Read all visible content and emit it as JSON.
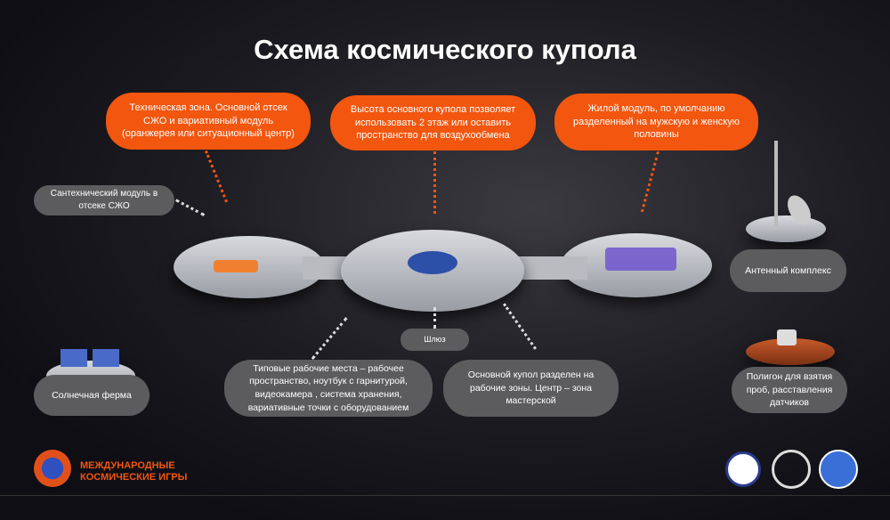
{
  "title": "Схема космического купола",
  "callouts": {
    "tech_zone": "Техническая зона. Основной отсек СЖО и вариативный модуль (оранжерея или ситуационный центр)",
    "height": "Высота основного купола позволяет использовать 2 этаж или оставить пространство для воздухообмена",
    "living": "Жилой модуль, по умолчанию разделенный на мужскую и женскую половины",
    "sanitary": "Сантехнический модуль в отсеке СЖО",
    "antenna": "Антенный комплекс",
    "solar": "Солнечная ферма",
    "polygon": "Полигон для взятия проб, расставления датчиков",
    "airlock": "Шлюз",
    "workplaces": "Типовые рабочие места – рабочее пространство, ноутбук с гарнитурой, видеокамера , система хранения, вариативные точки с оборудованием",
    "main_dome": "Основной купол разделен на рабочие зоны. Центр – зона мастерской"
  },
  "footer": {
    "org_line1": "МЕЖДУНАРОДНЫЕ",
    "org_line2": "КОСМИЧЕСКИЕ ИГРЫ"
  },
  "colors": {
    "accent": "#f2560f",
    "bubble": "#5c5c5e"
  }
}
